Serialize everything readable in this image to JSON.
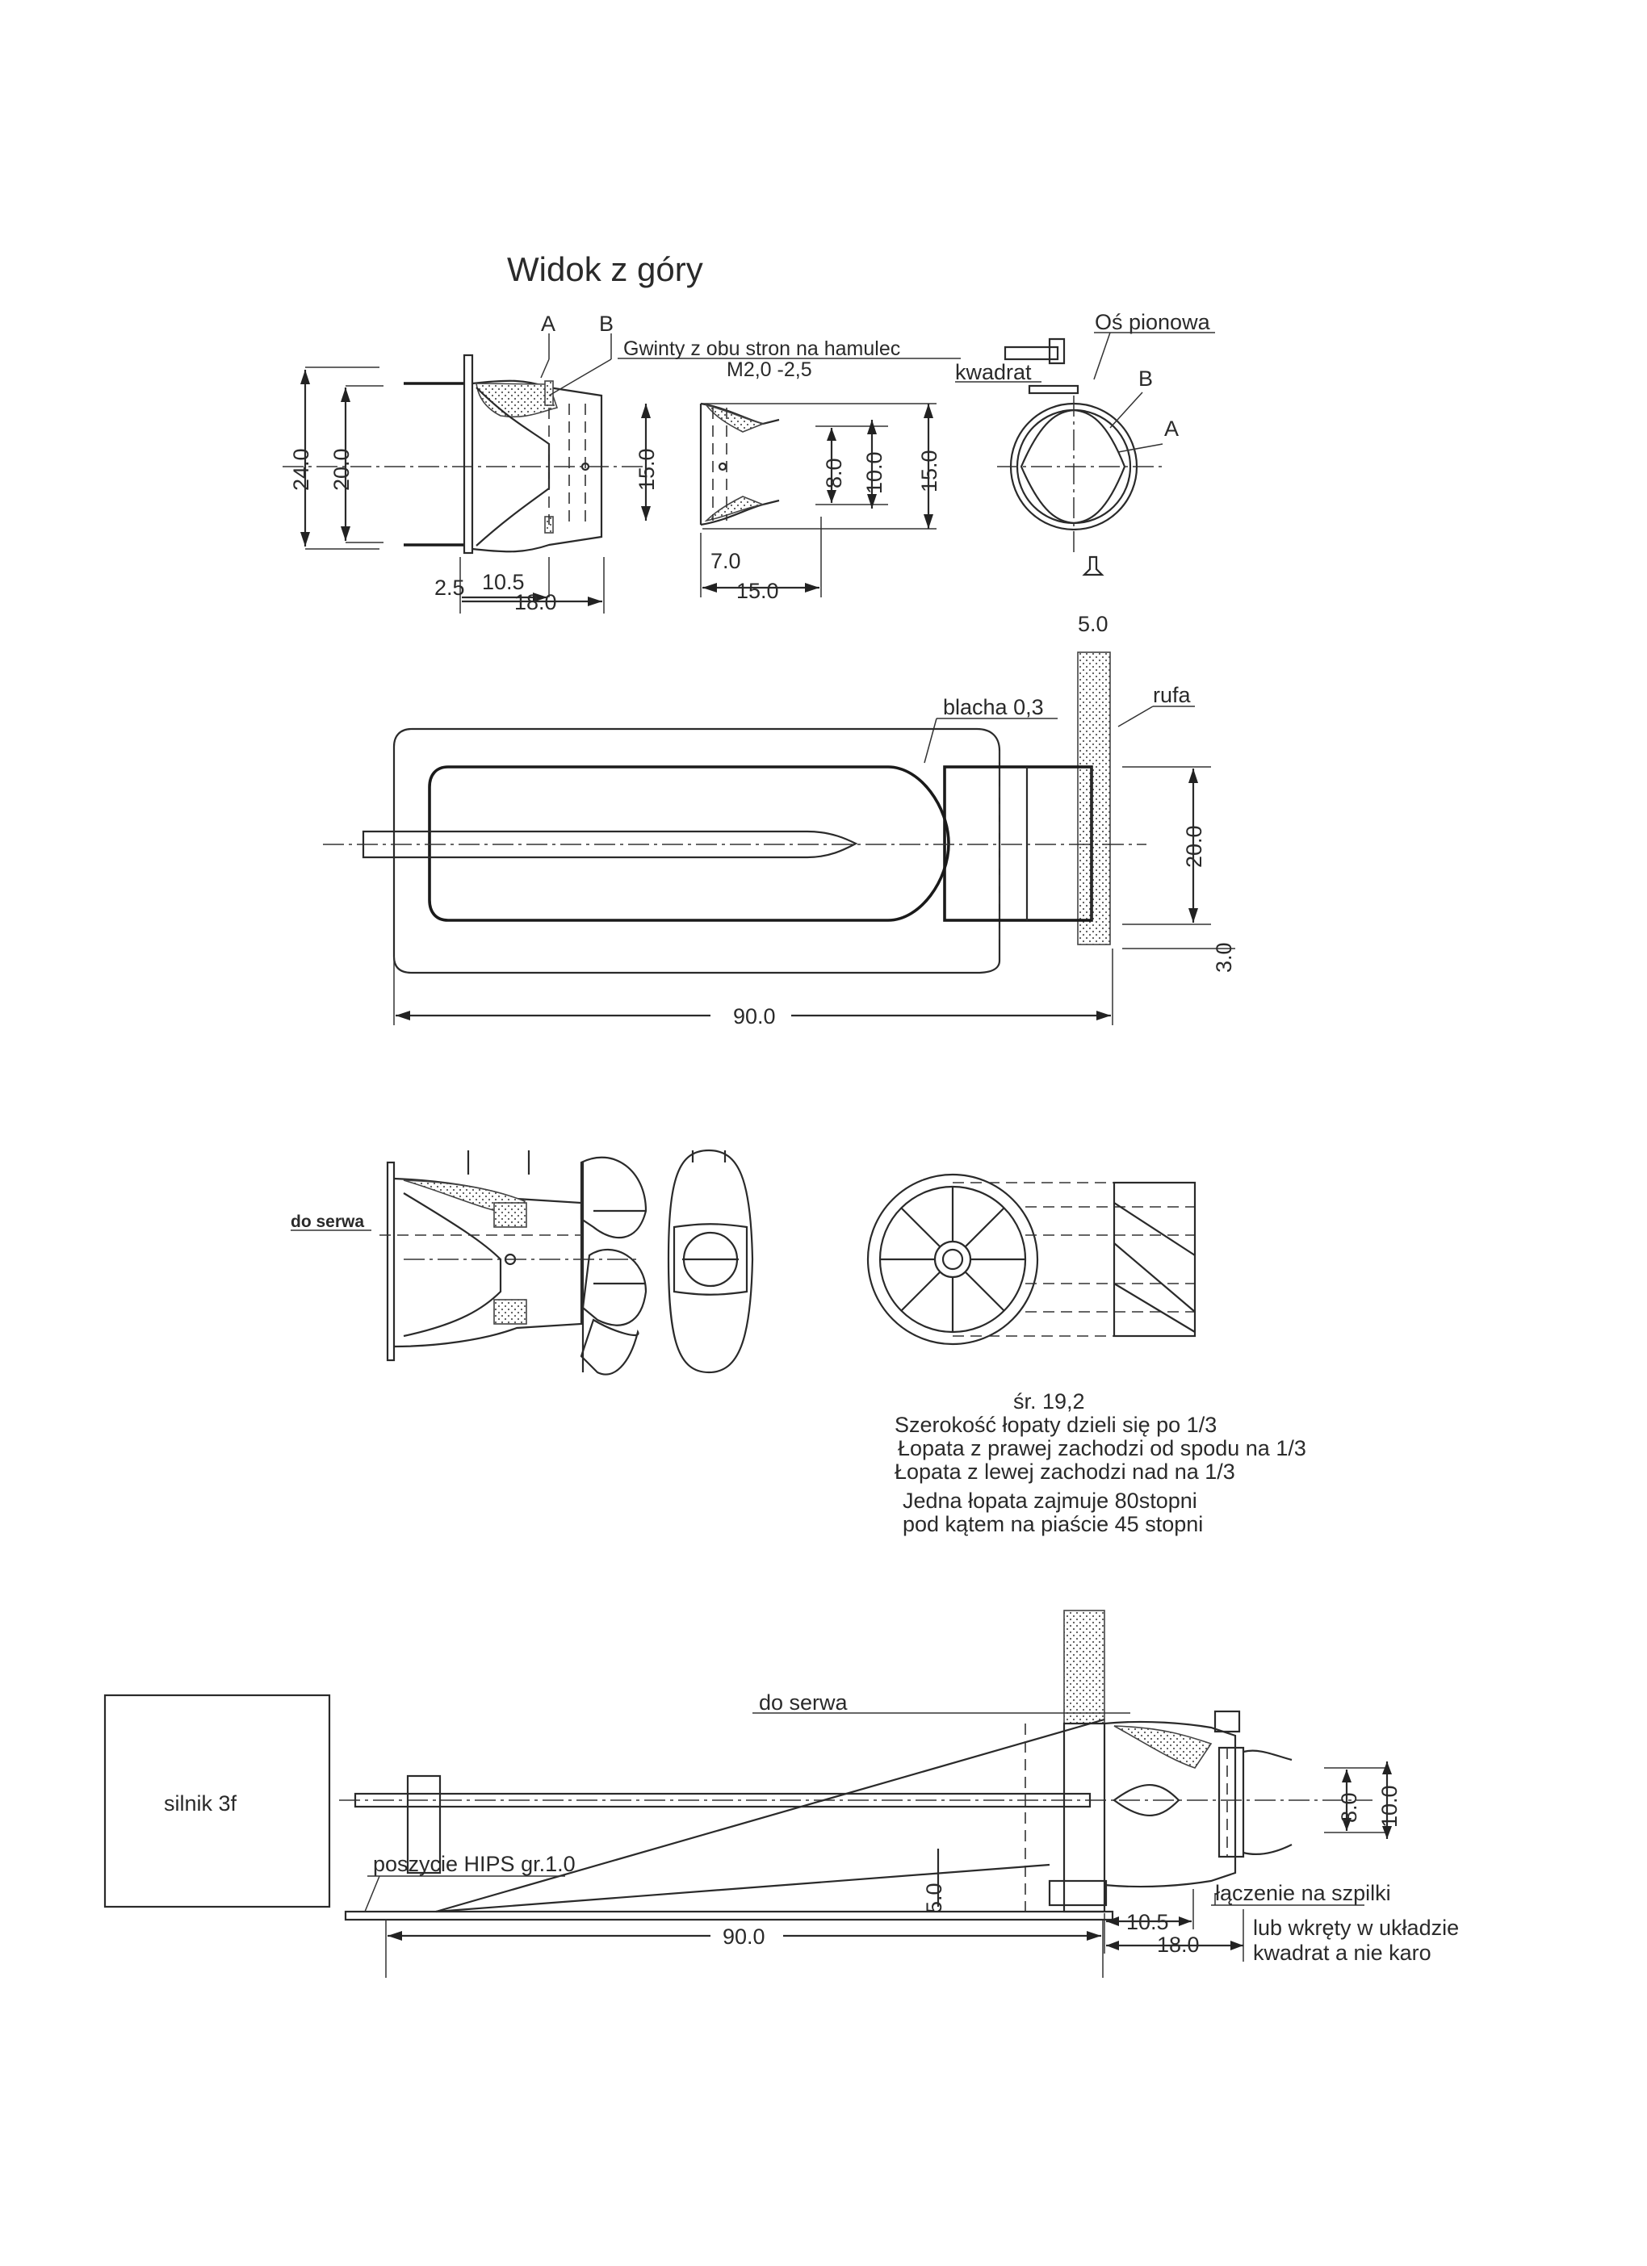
{
  "title": "Widok z góry",
  "top_view": {
    "label_a": "A",
    "label_b": "B",
    "thread_note_1": "Gwinty z obu stron na hamulec",
    "thread_note_2": "M2,0 -2,5",
    "dim_24": "24.0",
    "dim_20": "20.0",
    "dim_15": "15.0",
    "dim_2_5": "2.5",
    "dim_10_5": "10.5",
    "dim_18": "18.0",
    "dim_7": "7.0",
    "dim_15_b": "15.0",
    "dim_8": "8.0",
    "dim_10": "10.0",
    "dim_15_c": "15.0",
    "vertical_axis": "Oś pionowa",
    "square": "kwadrat",
    "label_b2": "B",
    "label_a2": "A",
    "dim_5": "5.0"
  },
  "plan_view": {
    "sheet_note": "blacha 0,3",
    "stern": "rufa",
    "dim_20": "20.0",
    "dim_3": "3.0",
    "dim_90": "90.0"
  },
  "rudder_view": {
    "to_servo": "do serwa"
  },
  "notes": [
    "śr. 19,2",
    "Szerokość łopaty dzieli się po 1/3",
    "Łopata z prawej zachodzi od spodu na 1/3",
    "Łopata z lewej zachodzi nad na 1/3",
    "Jedna łopata zajmuje 80stopni",
    "pod kątem na piaście 45 stopni"
  ],
  "side_view": {
    "motor": "silnik 3f",
    "to_servo": "do serwa",
    "hull_note": "poszycie HIPS gr.1.0",
    "dim_5": "5.0",
    "dim_8": "8.0",
    "dim_10": "10.0",
    "dim_10_5": "10.5",
    "dim_18": "18.0",
    "dim_90": "90.0",
    "joint_note_1": "łączenie na szpilki",
    "joint_note_2": "lub wkręty w układzie",
    "joint_note_3": "kwadrat a nie karo"
  }
}
